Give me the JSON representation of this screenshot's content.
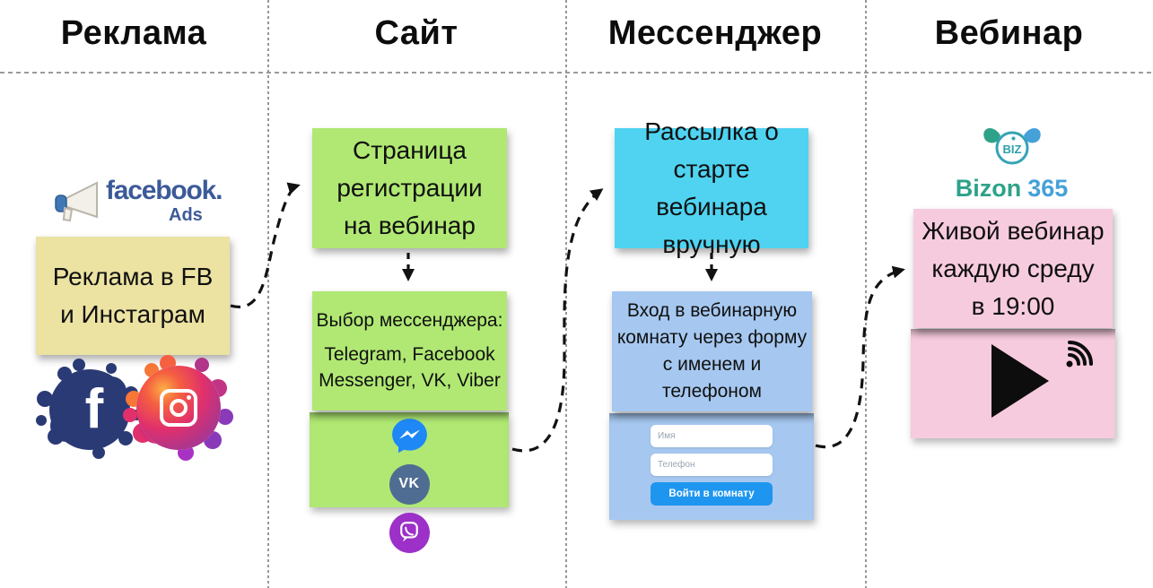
{
  "columns": [
    {
      "title": "Реклама"
    },
    {
      "title": "Сайт"
    },
    {
      "title": "Мессенджер"
    },
    {
      "title": "Вебинар"
    }
  ],
  "reklama": {
    "fb_ads_brand": "facebook.",
    "fb_ads_sub": "Ads",
    "note": "Реклама в FB\nи Инстаграм",
    "facebook_letter": "f"
  },
  "sait": {
    "registration_note": "Страница\nрегистрации\nна вебинар",
    "messenger_choice_title": "Выбор мессенджера:",
    "messenger_choice_list": "Telegram, Facebook\nMessenger, VK, Viber",
    "vk_label": "VK"
  },
  "messenger": {
    "broadcast_note": "Рассылка о\nстарте вебинара\nвручную",
    "entry_note": "Вход в вебинарную\nкомнату через форму\nс именем и\nтелефоном",
    "form": {
      "name_placeholder": "Имя",
      "phone_placeholder": "Телефон",
      "submit_label": "Войти в комнату"
    }
  },
  "vebinar": {
    "logo_monogram": "BIZ",
    "brand_name": "Bizon",
    "brand_number": "365",
    "note": "Живой вебинар\nкаждую среду\nв 19:00"
  },
  "colors": {
    "note-yellow": "#ece2a2",
    "note-green": "#b0e873",
    "note-cyan": "#4fd3f1",
    "note-blue": "#a6c8f0",
    "note-pink": "#f7cbde",
    "facebook-blue": "#3c5a99",
    "facebook-navy": "#2a3a75",
    "telegram-blue": "#31a8dd",
    "messenger-blue": "#1e88f7",
    "vk-slate": "#4f6d92",
    "viber-purple": "#9c30c8",
    "submit-blue": "#1e96f0",
    "bizon-green": "#2ea289",
    "bizon-blue": "#45a1d8"
  }
}
